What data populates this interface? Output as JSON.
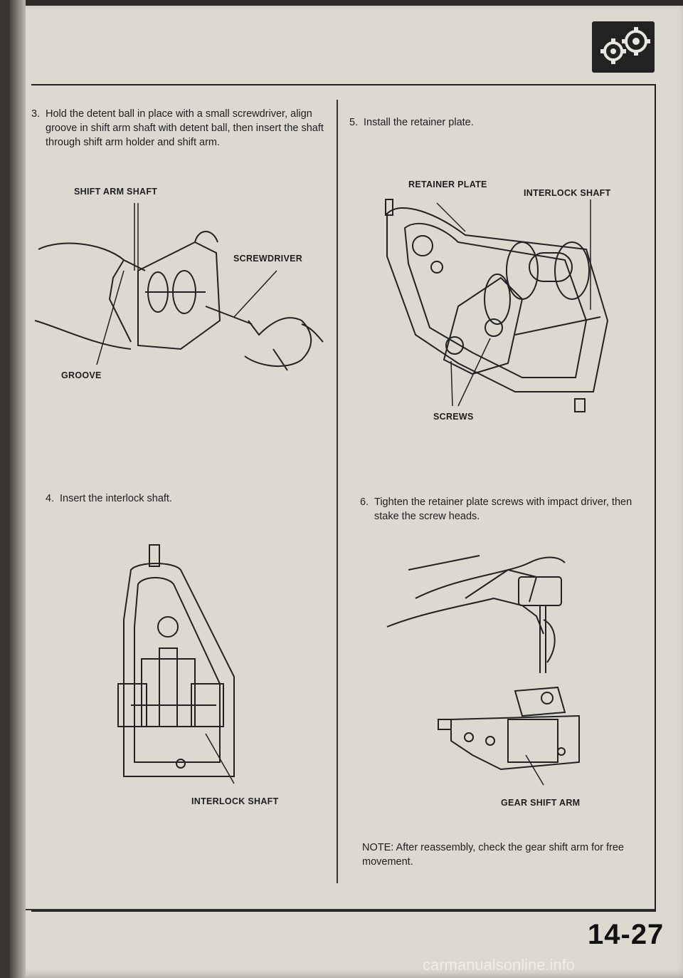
{
  "steps": {
    "s3": {
      "num": "3.",
      "text": "Hold the detent ball in place with a small screwdriver, align groove in shift arm shaft with detent ball, then insert the shaft through shift arm holder and shift arm."
    },
    "s4": {
      "num": "4.",
      "text": "Insert the interlock shaft."
    },
    "s5": {
      "num": "5.",
      "text": "Install the retainer plate."
    },
    "s6": {
      "num": "6.",
      "text": "Tighten the retainer plate screws with impact driver, then stake the screw heads."
    }
  },
  "labels": {
    "shift_arm_shaft": "SHIFT ARM SHAFT",
    "screwdriver": "SCREWDRIVER",
    "groove": "GROOVE",
    "retainer_plate": "RETAINER PLATE",
    "interlock_shaft_top": "INTERLOCK SHAFT",
    "screws": "SCREWS",
    "interlock_shaft_bottom": "INTERLOCK SHAFT",
    "gear_shift_arm": "GEAR SHIFT ARM"
  },
  "note": "NOTE: After reassembly, check the gear shift arm for free movement.",
  "page_number": "14-27",
  "watermark": "carmanualsonline.info",
  "icons": {
    "section_icon": "gears-icon"
  },
  "colors": {
    "paper": "#dcd9d0",
    "ink": "#1e1e1e"
  }
}
